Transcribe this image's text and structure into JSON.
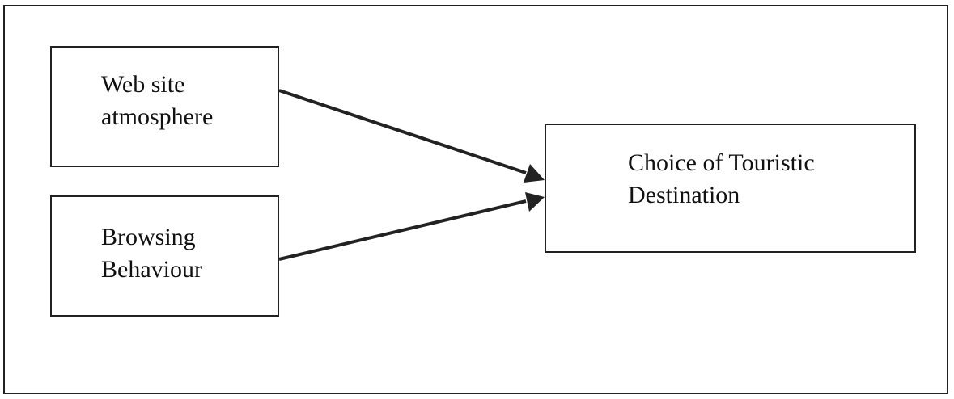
{
  "nodes": {
    "website_atmosphere": {
      "line1": "Web site",
      "line2": "atmosphere"
    },
    "browsing_behaviour": {
      "line1": "Browsing",
      "line2": "Behaviour"
    },
    "choice_destination": {
      "line1": "Choice of Touristic",
      "line2": "Destination"
    }
  },
  "edges": [
    {
      "from": "website_atmosphere",
      "to": "choice_destination"
    },
    {
      "from": "browsing_behaviour",
      "to": "choice_destination"
    }
  ],
  "colors": {
    "stroke": "#222222",
    "background": "#ffffff"
  }
}
